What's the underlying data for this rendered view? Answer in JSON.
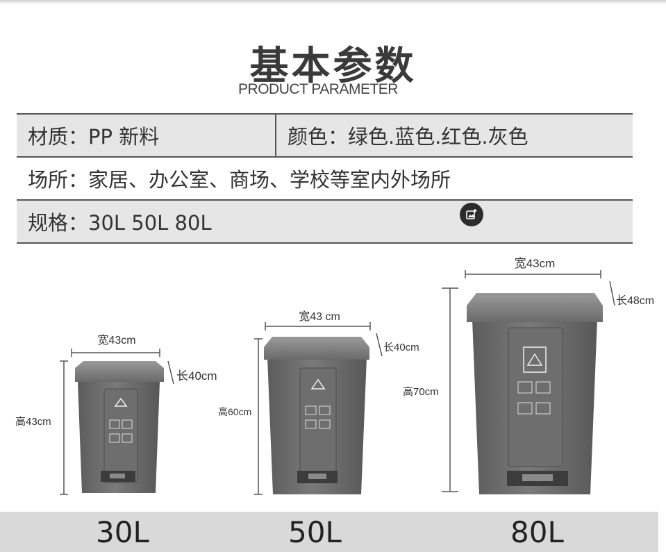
{
  "header": {
    "title_cn": "基本参数",
    "title_en": "PRODUCT PARAMETER"
  },
  "params": {
    "material": "材质：PP 新料",
    "color": "颜色：绿色.蓝色.红色.灰色",
    "places": "场所：家居、办公室、商场、学校等室内外场所",
    "spec": "规格：30L  50L  80L"
  },
  "products": [
    {
      "size": "30L",
      "width": "宽43cm",
      "length": "长40cm",
      "height": "高43cm"
    },
    {
      "size": "50L",
      "width": "宽43 cm",
      "length": "长40cm",
      "height": "高60cm"
    },
    {
      "size": "80L",
      "width": "宽43cm",
      "length": "长48cm",
      "height": "高70cm"
    }
  ],
  "bin_color": "#686868",
  "icons": [
    "edit-image-icon",
    "recycle-symbol-icon"
  ]
}
